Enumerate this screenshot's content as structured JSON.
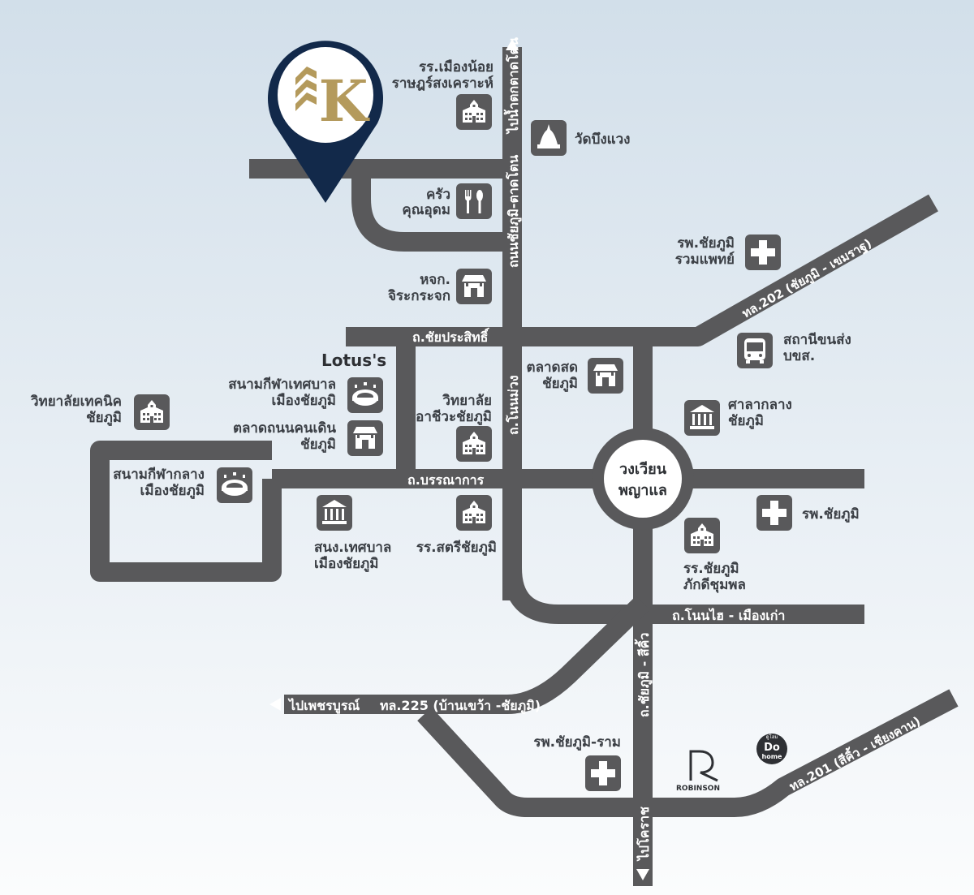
{
  "logo": {
    "letter": "K"
  },
  "roads": {
    "north_road": "ถนนชัยภูมิ-ตาดโตน",
    "to_north": "ไปน้ำตกตาดโตน",
    "chaiprasit": "ถ.ชัยประสิทธิ์",
    "bannakan": "ถ.บรรณาการ",
    "nonmuang": "ถ.โนนม่วง",
    "nonthai": "ถ.โนนไฮ - เมืองเก่า",
    "hw202": "ทล.202 (ชัยภูมิ - เขมราฐ)",
    "hw225": "ทล.225 (บ้านเขว้า -ชัยภูมิ)",
    "to_phetchabun": "ไปเพชรบูรณ์",
    "chaiyaphum_sikhio": "ถ.ชัยภูมิ - สีคิ้ว",
    "to_korat": "ไปโคราช",
    "hw201": "ทล.201 (สีคิ้ว - เชียงคาน)"
  },
  "roundabout": {
    "line1": "วงเวียน",
    "line2": "พญาแล"
  },
  "places": {
    "school_muangnoi": [
      "รร.เมืองน้อย",
      "ราษฎร์สงเคราะห์"
    ],
    "wat": "วัดบึงแวง",
    "restaurant": [
      "ครัว",
      "คุณอุดม"
    ],
    "store_jira": [
      "หจก.",
      "จิระกระจก"
    ],
    "hospital_ruampat": [
      "รพ.ชัยภูมิ",
      "รวมแพทย์"
    ],
    "bus_station": [
      "สถานีขนส่ง",
      "บขส."
    ],
    "lotus": "Lotus's",
    "stadium_municipal": [
      "สนามกีฬาเทศบาล",
      "เมืองชัยภูมิ"
    ],
    "walking_street": [
      "ตลาดถนนคนเดิน",
      "ชัยภูมิ"
    ],
    "tech_college": [
      "วิทยาลัยเทคนิค",
      "ชัยภูมิ"
    ],
    "vocational_college": [
      "วิทยาลัย",
      "อาชีวะชัยภูมิ"
    ],
    "fresh_market": [
      "ตลาดสด",
      "ชัยภูมิ"
    ],
    "city_hall": [
      "ศาลากลาง",
      "ชัยภูมิ"
    ],
    "central_stadium": [
      "สนามกีฬากลาง",
      "เมืองชัยภูมิ"
    ],
    "municipal_office": [
      "สนง.เทศบาล",
      "เมืองชัยภูมิ"
    ],
    "girls_school": "รร.สตรีชัยภูมิ",
    "hospital_chaiyaphum": "รพ.ชัยภูมิ",
    "school_phakdi": [
      "รร.ชัยภูมิ",
      "ภักดีชุมพล"
    ],
    "hospital_ram": "รพ.ชัยภูมิ-ราม",
    "robinson": "ROBINSON",
    "dohome_small": "ดูโฮม",
    "dohome": [
      "Do",
      "home"
    ]
  },
  "colors": {
    "road": "#59595b",
    "pin": "#12294a",
    "logo_gold": "#b49a5c",
    "bg_top": "#d2dfea",
    "bg_bottom": "#fbfcfd",
    "text": "#3b3f45"
  },
  "icons": {
    "school": "school-icon",
    "temple": "temple-icon",
    "restaurant": "fork-knife-icon",
    "shop": "shop-icon",
    "hospital": "hospital-cross-icon",
    "bus": "bus-icon",
    "stadium": "stadium-icon",
    "government": "government-building-icon",
    "arrow": "arrow-icon"
  }
}
